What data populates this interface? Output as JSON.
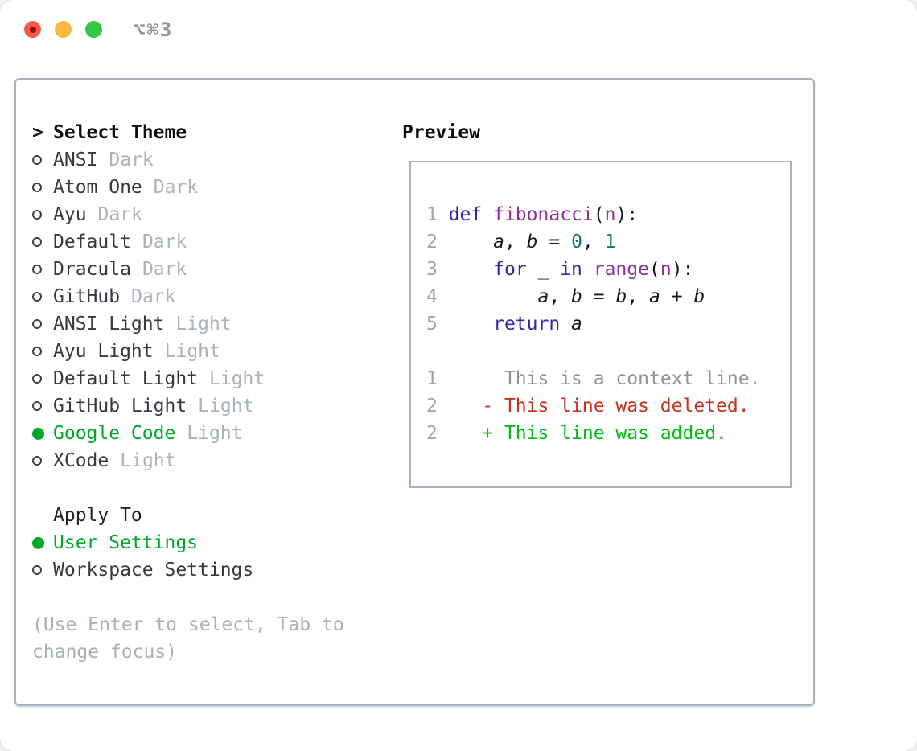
{
  "window": {
    "title": "⌥⌘3"
  },
  "titlebar": {
    "close_label": "close",
    "minimize_label": "minimize",
    "zoom_label": "zoom"
  },
  "theme_picker": {
    "header": {
      "prompt": ">",
      "label": "Select Theme"
    },
    "items": [
      {
        "label": "ANSI",
        "tag": "Dark",
        "selected": false
      },
      {
        "label": "Atom One",
        "tag": "Dark",
        "selected": false
      },
      {
        "label": "Ayu",
        "tag": "Dark",
        "selected": false
      },
      {
        "label": "Default",
        "tag": "Dark",
        "selected": false
      },
      {
        "label": "Dracula",
        "tag": "Dark",
        "selected": false
      },
      {
        "label": "GitHub",
        "tag": "Dark",
        "selected": false
      },
      {
        "label": "ANSI Light",
        "tag": "Light",
        "selected": false
      },
      {
        "label": "Ayu Light",
        "tag": "Light",
        "selected": false
      },
      {
        "label": "Default Light",
        "tag": "Light",
        "selected": false
      },
      {
        "label": "GitHub Light",
        "tag": "Light",
        "selected": false
      },
      {
        "label": "Google Code",
        "tag": "Light",
        "selected": true
      },
      {
        "label": "XCode",
        "tag": "Light",
        "selected": false
      }
    ]
  },
  "apply_to": {
    "label": "Apply To",
    "options": [
      {
        "label": "User Settings",
        "selected": true
      },
      {
        "label": "Workspace Settings",
        "selected": false
      }
    ]
  },
  "hint_lines": [
    "(Use Enter to select, Tab to",
    "change focus)"
  ],
  "preview": {
    "label": "Preview",
    "lines": [
      [
        {
          "t": "1 ",
          "s": "ln"
        },
        {
          "t": "def",
          "s": "kw"
        },
        {
          "t": " ",
          "s": "pl"
        },
        {
          "t": "fibonacci",
          "s": "fn"
        },
        {
          "t": "(",
          "s": "pl"
        },
        {
          "t": "n",
          "s": "fn"
        },
        {
          "t": "):",
          "s": "pl"
        }
      ],
      [
        {
          "t": "2 ",
          "s": "ln"
        },
        {
          "t": "    ",
          "s": "pl"
        },
        {
          "t": "a",
          "s": "va"
        },
        {
          "t": ", ",
          "s": "pl"
        },
        {
          "t": "b",
          "s": "va"
        },
        {
          "t": " = ",
          "s": "pl"
        },
        {
          "t": "0",
          "s": "nu"
        },
        {
          "t": ", ",
          "s": "pl"
        },
        {
          "t": "1",
          "s": "nu"
        }
      ],
      [
        {
          "t": "3 ",
          "s": "ln"
        },
        {
          "t": "    ",
          "s": "pl"
        },
        {
          "t": "for",
          "s": "kw"
        },
        {
          "t": " _ ",
          "s": "pl"
        },
        {
          "t": "in",
          "s": "kw"
        },
        {
          "t": " ",
          "s": "pl"
        },
        {
          "t": "range",
          "s": "fn"
        },
        {
          "t": "(",
          "s": "pl"
        },
        {
          "t": "n",
          "s": "fn"
        },
        {
          "t": "):",
          "s": "pl"
        }
      ],
      [
        {
          "t": "4 ",
          "s": "ln"
        },
        {
          "t": "        ",
          "s": "pl"
        },
        {
          "t": "a",
          "s": "va"
        },
        {
          "t": ", ",
          "s": "pl"
        },
        {
          "t": "b",
          "s": "va"
        },
        {
          "t": " = ",
          "s": "pl"
        },
        {
          "t": "b",
          "s": "va"
        },
        {
          "t": ", ",
          "s": "pl"
        },
        {
          "t": "a",
          "s": "va"
        },
        {
          "t": " + ",
          "s": "pl"
        },
        {
          "t": "b",
          "s": "va"
        }
      ],
      [
        {
          "t": "5 ",
          "s": "ln"
        },
        {
          "t": "    ",
          "s": "pl"
        },
        {
          "t": "return",
          "s": "kw"
        },
        {
          "t": " ",
          "s": "pl"
        },
        {
          "t": "a",
          "s": "va"
        }
      ],
      [],
      [
        {
          "t": "1",
          "s": "ln"
        },
        {
          "t": "      ",
          "s": "pl"
        },
        {
          "t": "This is a context line.",
          "s": "ctx"
        }
      ],
      [
        {
          "t": "2",
          "s": "ln"
        },
        {
          "t": "    ",
          "s": "pl"
        },
        {
          "t": "- This line was deleted.",
          "s": "del"
        }
      ],
      [
        {
          "t": "2",
          "s": "ln"
        },
        {
          "t": "    ",
          "s": "pl"
        },
        {
          "t": "+ This line was added.",
          "s": "add"
        }
      ]
    ]
  },
  "colors": {
    "selected_green": "#00a82a",
    "diff_added_green": "#00bd13",
    "diff_removed_red": "#c4321f",
    "keyword_blue": "#2b2ba6",
    "function_purple": "#8e2f9f",
    "number_teal": "#0e7478",
    "muted_gray": "#a9b2bf",
    "line_number_gray": "#9aa5b2",
    "text_dark": "#343a41",
    "border_gray": "#a9b1bc",
    "traffic_red": "#f4574b",
    "traffic_yellow": "#f7b93e",
    "traffic_green": "#35c748"
  }
}
